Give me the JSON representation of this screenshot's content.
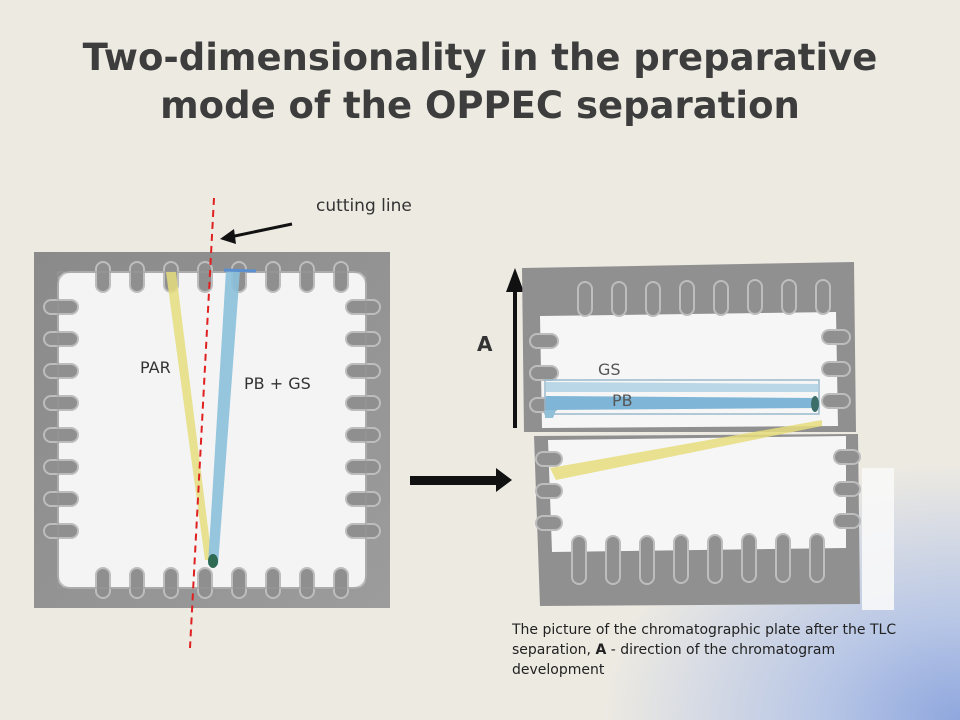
{
  "slide": {
    "title_line1": "Two-dimensionality in the preparative",
    "title_line2": "mode of the OPPEC separation"
  },
  "labels": {
    "cutting_line": "cutting line",
    "par": "PAR",
    "pb_gs": "PB + GS",
    "direction": "A",
    "gs": "GS",
    "pb": "PB"
  },
  "caption": {
    "part1": "The picture of the chromatographic plate after the TLC separation,  ",
    "bold": "A",
    "part2": " - direction of the chromatogram development"
  },
  "colors": {
    "background": "#edeae2",
    "plate_border": "#8f8f8f",
    "plate_inner": "#f4f4f4",
    "yellow_band": "#e3dc7e",
    "blue_band": "#86bcd8",
    "cut_line": "#e02020"
  }
}
